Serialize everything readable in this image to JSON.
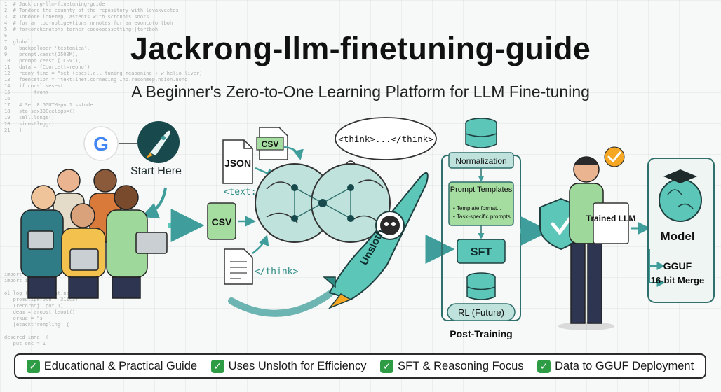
{
  "header": {
    "title": "Jackrong-llm-finetuning-guide",
    "subtitle": "A Beginner's Zero-to-One Learning Platform for LLM Fine-tuning"
  },
  "start": {
    "label": "Start Here",
    "google_logo": "G"
  },
  "inputs": {
    "json": "JSON",
    "csv_top": "CSV",
    "csv_mid": "CSV",
    "text_tag": "<text:>",
    "think_close": "</think>",
    "thought_bubble": "<think>...</think>"
  },
  "rocket": {
    "label": "Unsloth"
  },
  "post_training": {
    "caption": "Post-Training",
    "normalization": "Normalization",
    "prompt_templates": "Prompt Templates",
    "bullet_1": "• Template format...",
    "bullet_2": "• Task-specific prompts...",
    "sft": "SFT",
    "rl": "RL (Future)"
  },
  "output": {
    "trained_llm": "Trained LLM",
    "model": "Model",
    "gguf": "GGUF",
    "merge": "16-bit Merge"
  },
  "features": [
    {
      "label": "Educational & Practical Guide"
    },
    {
      "label": "Uses Unsloth for Efficiency"
    },
    {
      "label": "SFT & Reasoning Focus"
    },
    {
      "label": "Data to GGUF Deployment"
    }
  ],
  "colors": {
    "teal": "#3f9e9b",
    "mint": "#bfe3dc",
    "green_box": "#a5dca0",
    "check_green": "#2e9b45",
    "rocket": "#5cc6b8",
    "badge": "#f5a623"
  }
}
